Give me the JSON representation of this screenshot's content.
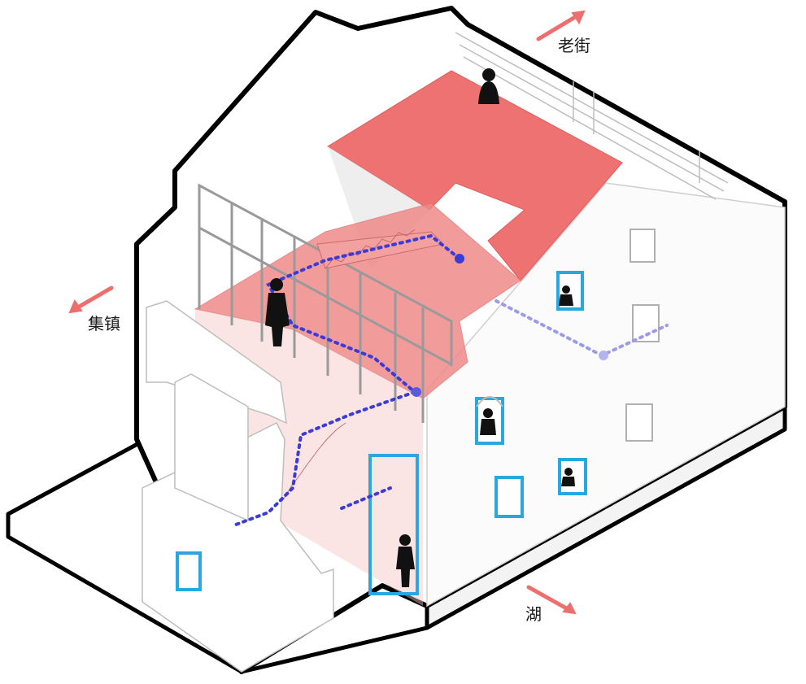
{
  "labels": {
    "old_street": "老街",
    "town": "集镇",
    "lake": "湖"
  },
  "colors": {
    "outline": "#000000",
    "floor_red": "#ef7272",
    "floor_pink": "#f4b3b3",
    "window_blue": "#29a8e0",
    "path_dots": "#3b3bd6",
    "arrow": "#ee6e6e"
  }
}
